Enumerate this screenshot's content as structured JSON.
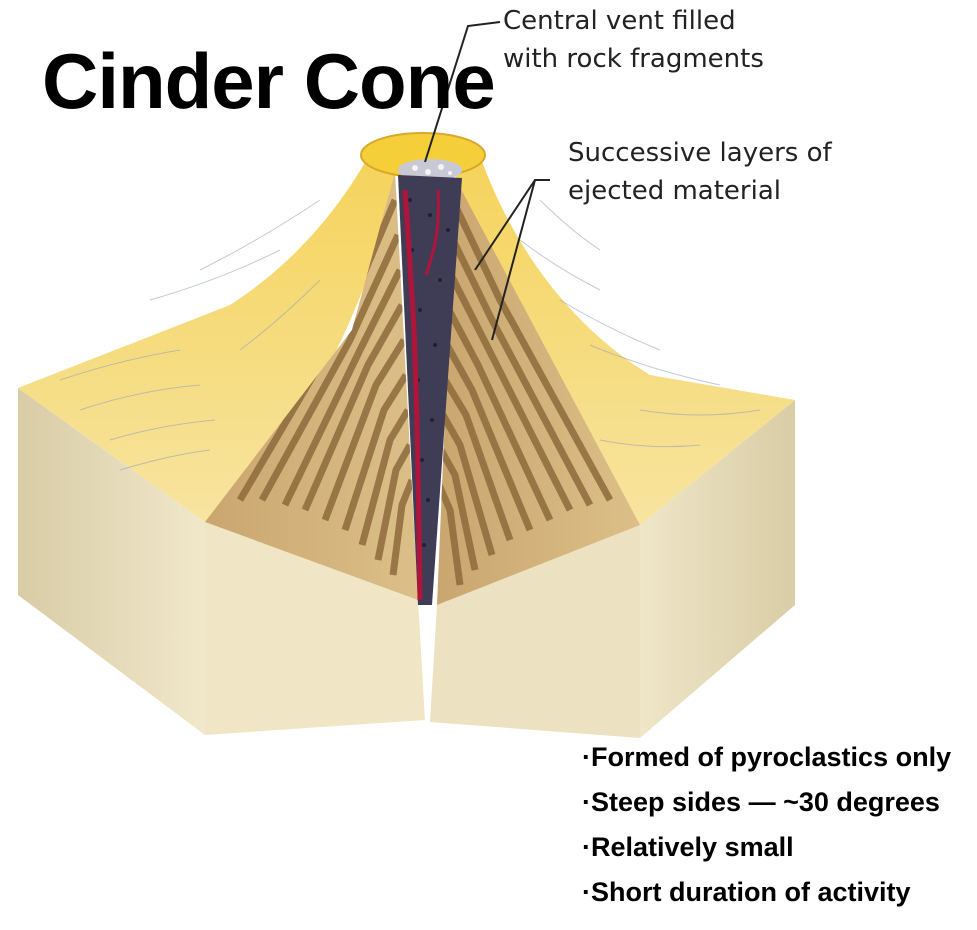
{
  "title": "Cinder Cone",
  "labels": {
    "vent": [
      "Central vent filled",
      "with rock fragments"
    ],
    "layers": [
      "Successive layers of",
      "ejected material"
    ]
  },
  "facts": [
    "Formed of pyroclastics only",
    "Steep sides — ~30 degrees",
    "Relatively small",
    "Short duration of activity"
  ],
  "colors": {
    "surface": "#f3cf55",
    "surface_light": "#f8e39a",
    "block_side": "#ede3c2",
    "block_side_shade": "#d9cda8",
    "cross_section": "#c9a572",
    "layer_band": "#8d6a3b",
    "vent": "#3f3d55",
    "magma_vein": "#b0143a"
  }
}
